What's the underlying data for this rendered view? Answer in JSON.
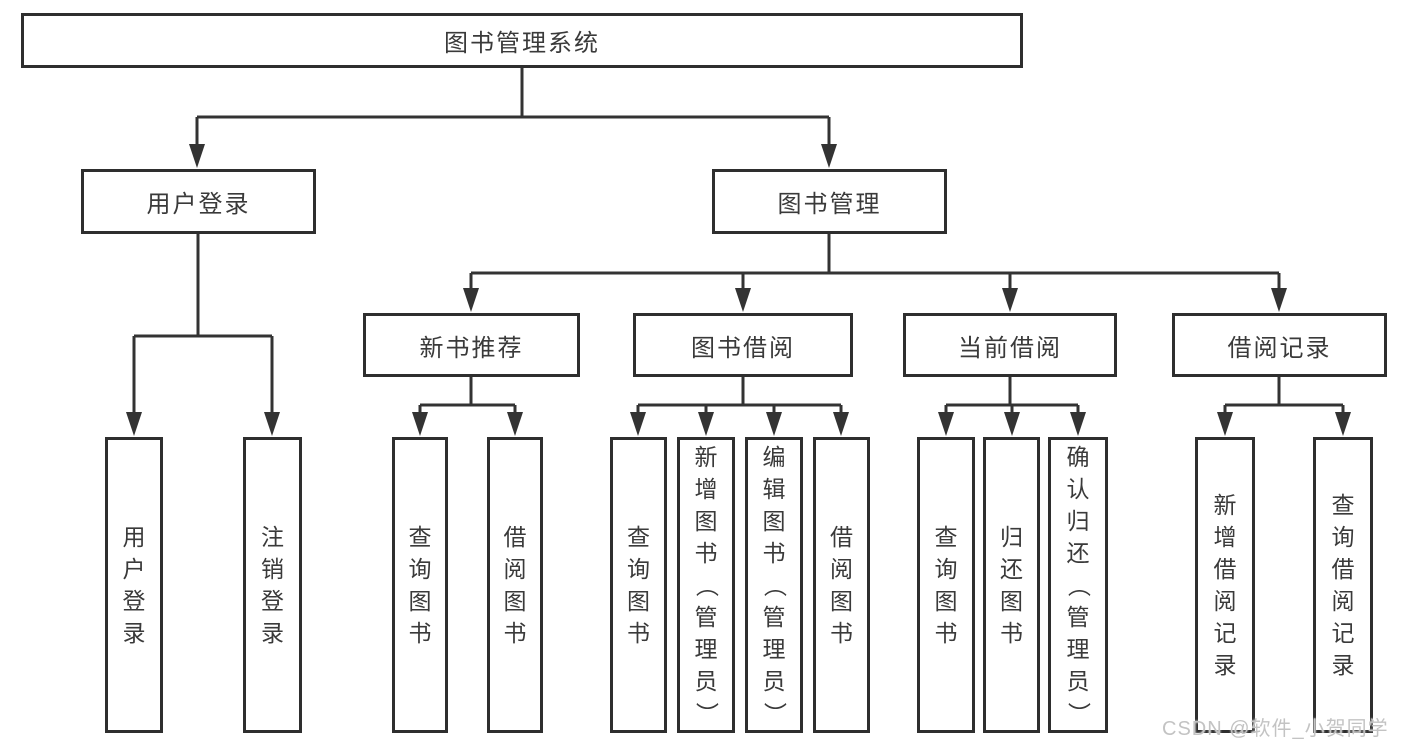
{
  "diagram": {
    "title": "图书管理系统",
    "nodes": {
      "root": {
        "label": "图书管理系统"
      },
      "user_login": {
        "label": "用户登录"
      },
      "book_mgmt": {
        "label": "图书管理"
      },
      "new_book_rec": {
        "label": "新书推荐"
      },
      "book_borrow": {
        "label": "图书借阅"
      },
      "current_borrow": {
        "label": "当前借阅"
      },
      "borrow_record": {
        "label": "借阅记录"
      },
      "leaf_user_login": {
        "label": "用户登录"
      },
      "leaf_logout": {
        "label": "注销登录"
      },
      "leaf_query_book_rec": {
        "label": "查询图书"
      },
      "leaf_borrow_book_rec": {
        "label": "借阅图书"
      },
      "leaf_query_book_borrow": {
        "label": "查询图书"
      },
      "leaf_add_book": {
        "label": "新增图书（管理员）"
      },
      "leaf_edit_book": {
        "label": "编辑图书（管理员）"
      },
      "leaf_borrow_book_borrow": {
        "label": "借阅图书"
      },
      "leaf_query_book_current": {
        "label": "查询图书"
      },
      "leaf_return_book": {
        "label": "归还图书"
      },
      "leaf_confirm_return": {
        "label": "确认归还（管理员）"
      },
      "leaf_add_record": {
        "label": "新增借阅记录"
      },
      "leaf_query_record": {
        "label": "查询借阅记录"
      }
    },
    "hierarchy": {
      "图书管理系统": [
        "用户登录",
        "图书管理"
      ],
      "用户登录": [
        "用户登录",
        "注销登录"
      ],
      "图书管理": [
        "新书推荐",
        "图书借阅",
        "当前借阅",
        "借阅记录"
      ],
      "新书推荐": [
        "查询图书",
        "借阅图书"
      ],
      "图书借阅": [
        "查询图书",
        "新增图书（管理员）",
        "编辑图书（管理员）",
        "借阅图书"
      ],
      "当前借阅": [
        "查询图书",
        "归还图书",
        "确认归还（管理员）"
      ],
      "借阅记录": [
        "新增借阅记录",
        "查询借阅记录"
      ]
    },
    "watermark": "CSDN @软件_小贺同学",
    "colors": {
      "line": "#333333",
      "box_border": "#2e2e2e",
      "text": "#3a3a3a",
      "watermark": "#c3c3c3",
      "background": "#ffffff"
    }
  }
}
